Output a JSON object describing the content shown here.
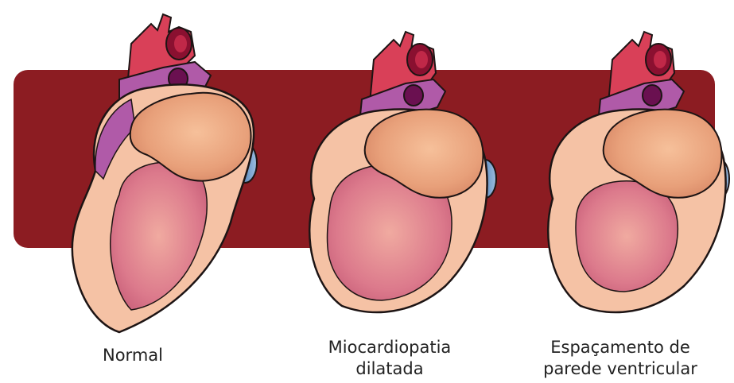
{
  "figure": {
    "background_color": "#ffffff",
    "band_color": "#8c1c22",
    "colors": {
      "outline": "#1d1414",
      "myocardium": "#f5c2a5",
      "ventricle_cavity": "#d9728a",
      "atrium": "#e8a07a",
      "aorta": "#d94058",
      "aorta_lumen": "#8a1030",
      "pulmonary_artery": "#b05aa8",
      "pulmonary_lumen": "#6a1050",
      "vein": "#4a7fb0"
    },
    "panels": [
      {
        "label_lines": [
          "Normal"
        ]
      },
      {
        "label_lines": [
          "Miocardiopatia",
          "dilatada"
        ]
      },
      {
        "label_lines": [
          "Espaçamento de",
          "parede ventricular"
        ]
      }
    ]
  }
}
